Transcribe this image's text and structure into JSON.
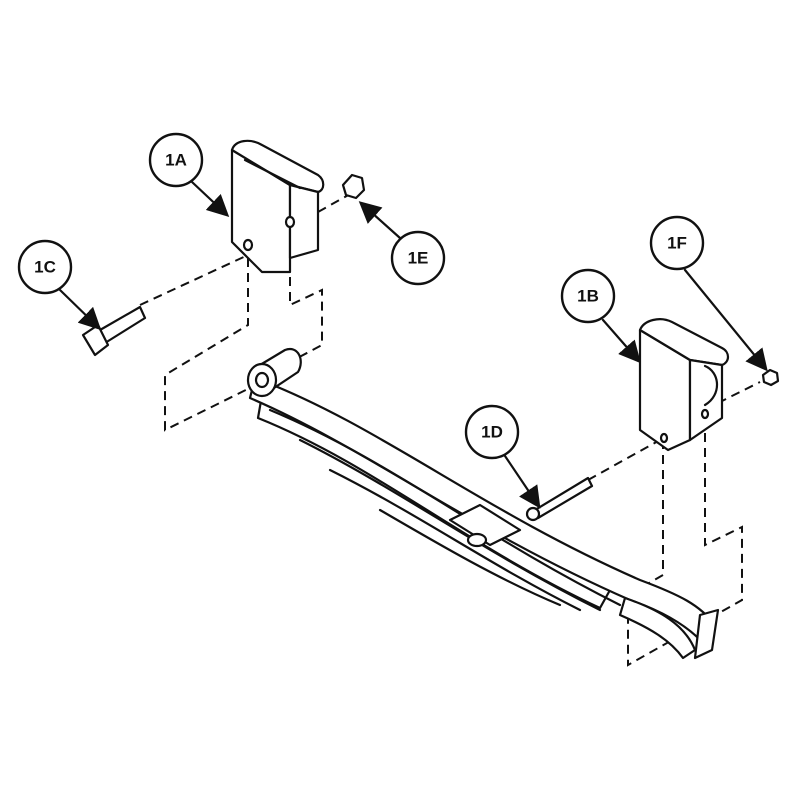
{
  "diagram": {
    "callouts": [
      {
        "id": "1A",
        "label": "1A"
      },
      {
        "id": "1B",
        "label": "1B"
      },
      {
        "id": "1C",
        "label": "1C"
      },
      {
        "id": "1D",
        "label": "1D"
      },
      {
        "id": "1E",
        "label": "1E"
      },
      {
        "id": "1F",
        "label": "1F"
      }
    ],
    "colors": {
      "line": "#111111",
      "background": "#ffffff"
    }
  }
}
